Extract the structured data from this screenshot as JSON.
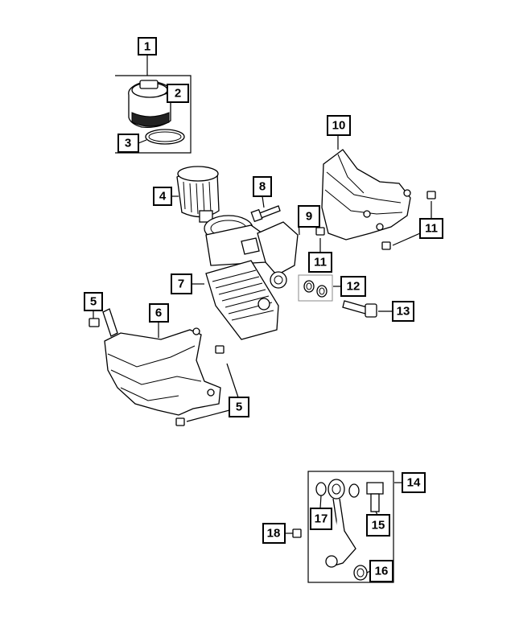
{
  "diagram": {
    "callouts": [
      {
        "id": "c1",
        "label": "1"
      },
      {
        "id": "c2",
        "label": "2"
      },
      {
        "id": "c3",
        "label": "3"
      },
      {
        "id": "c4",
        "label": "4"
      },
      {
        "id": "c5a",
        "label": "5"
      },
      {
        "id": "c5b",
        "label": "5"
      },
      {
        "id": "c6",
        "label": "6"
      },
      {
        "id": "c7",
        "label": "7"
      },
      {
        "id": "c8",
        "label": "8"
      },
      {
        "id": "c9",
        "label": "9"
      },
      {
        "id": "c10",
        "label": "10"
      },
      {
        "id": "c11a",
        "label": "11"
      },
      {
        "id": "c11b",
        "label": "11"
      },
      {
        "id": "c12",
        "label": "12"
      },
      {
        "id": "c13",
        "label": "13"
      },
      {
        "id": "c14",
        "label": "14"
      },
      {
        "id": "c15",
        "label": "15"
      },
      {
        "id": "c16",
        "label": "16"
      },
      {
        "id": "c17",
        "label": "17"
      },
      {
        "id": "c18",
        "label": "18"
      }
    ]
  }
}
